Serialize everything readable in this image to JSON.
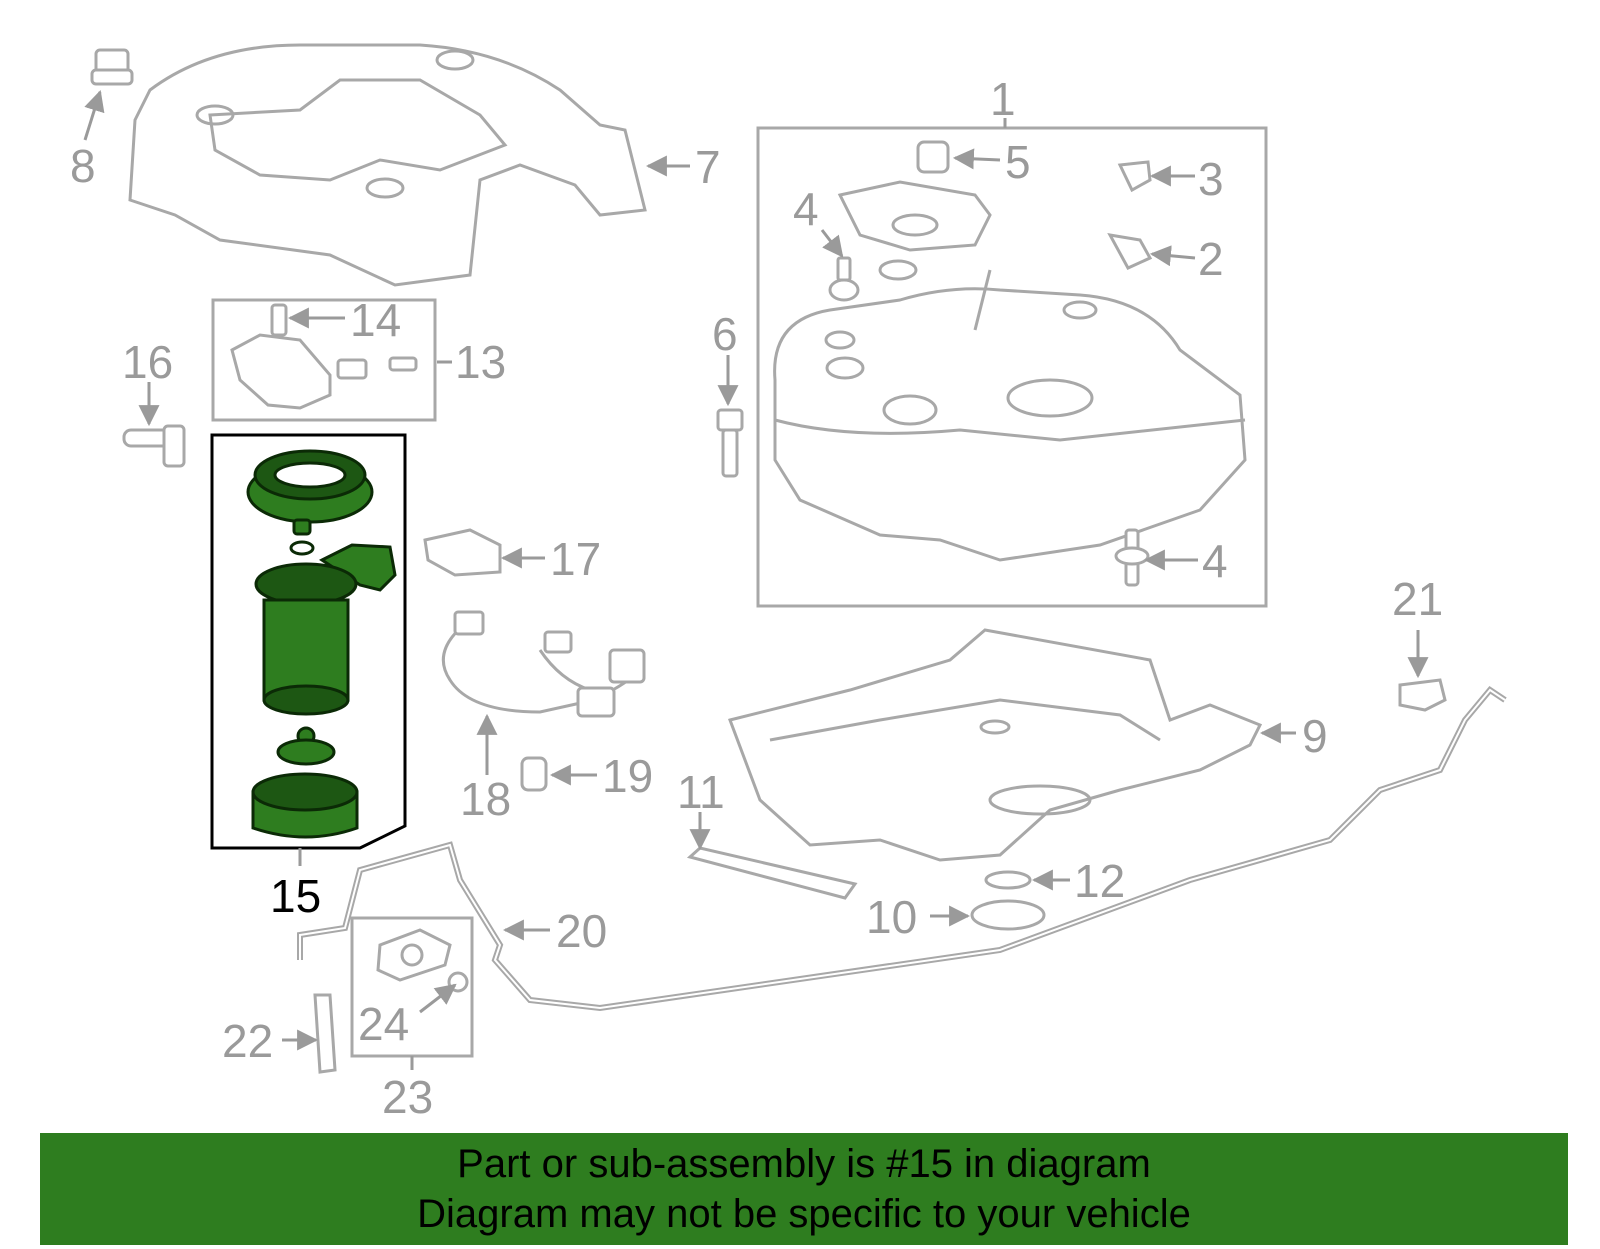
{
  "diagram": {
    "highlight_color": "#2e7d1f",
    "line_color": "#a8a8a8",
    "callouts": {
      "c1": "1",
      "c2": "2",
      "c3": "3",
      "c4a": "4",
      "c4b": "4",
      "c5": "5",
      "c6": "6",
      "c7": "7",
      "c8": "8",
      "c9": "9",
      "c10": "10",
      "c11": "11",
      "c12": "12",
      "c13": "13",
      "c14": "14",
      "c15": "15",
      "c16": "16",
      "c17": "17",
      "c18": "18",
      "c19": "19",
      "c20": "20",
      "c21": "21",
      "c22": "22",
      "c23": "23",
      "c24": "24"
    }
  },
  "banner": {
    "background": "#2e7d1f",
    "line1": "Part or sub-assembly is #15 in diagram",
    "line2": "Diagram may not be specific to your vehicle"
  }
}
